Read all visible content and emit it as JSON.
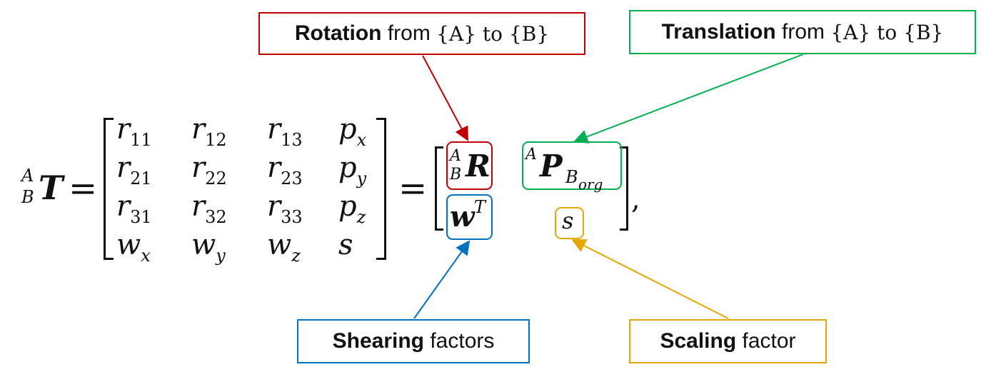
{
  "colors": {
    "rotation": "#c00000",
    "translation": "#00b050",
    "shearing": "#0070c0",
    "scaling": "#e6a800"
  },
  "callouts": {
    "rotation": {
      "bold": "Rotation",
      "rest": "from",
      "brace": "{A} to {B}"
    },
    "translation": {
      "bold": "Translation",
      "rest": "from",
      "brace": "{A} to {B}"
    },
    "shearing": {
      "bold": "Shearing",
      "rest": "factors"
    },
    "scaling": {
      "bold": "Scaling",
      "rest": "factor"
    }
  },
  "lhs": {
    "sup": "A",
    "sub": "B",
    "symbol": "T",
    "equals": "="
  },
  "matrix": {
    "rows": [
      [
        {
          "base": "r",
          "sub": "11"
        },
        {
          "base": "r",
          "sub": "12"
        },
        {
          "base": "r",
          "sub": "13"
        },
        {
          "base": "p",
          "sub": "x"
        }
      ],
      [
        {
          "base": "r",
          "sub": "21"
        },
        {
          "base": "r",
          "sub": "22"
        },
        {
          "base": "r",
          "sub": "23"
        },
        {
          "base": "p",
          "sub": "y"
        }
      ],
      [
        {
          "base": "r",
          "sub": "31"
        },
        {
          "base": "r",
          "sub": "32"
        },
        {
          "base": "r",
          "sub": "33"
        },
        {
          "base": "p",
          "sub": "z"
        }
      ],
      [
        {
          "base": "w",
          "sub": "x"
        },
        {
          "base": "w",
          "sub": "y"
        },
        {
          "base": "w",
          "sub": "z"
        },
        {
          "base": "s",
          "sub": ""
        }
      ]
    ]
  },
  "block": {
    "equals": "=",
    "R": {
      "sup": "A",
      "sub": "B",
      "symbol": "R"
    },
    "P": {
      "sup": "A",
      "symbol": "P",
      "sub": "B",
      "subsub": "org"
    },
    "W": {
      "symbol": "w",
      "sup": "T"
    },
    "S": {
      "symbol": "s"
    },
    "comma": ","
  }
}
